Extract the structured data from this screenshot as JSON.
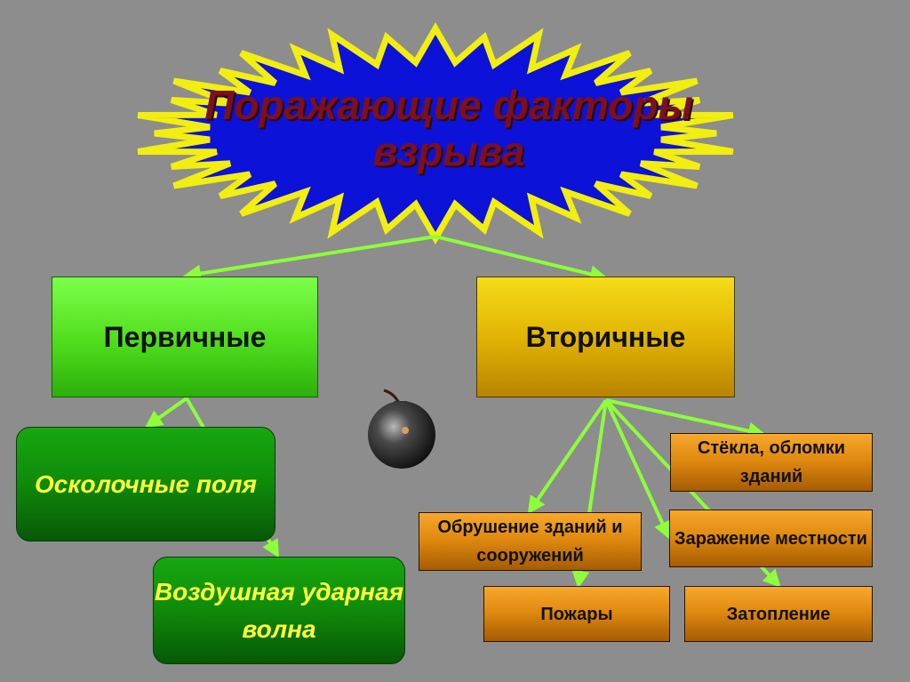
{
  "title": "Поражающие факторы взрыва",
  "primary": {
    "label": "Первичные",
    "items": [
      "Осколочные поля",
      "Воздушная ударная волна"
    ]
  },
  "secondary": {
    "label": "Вторичные",
    "items": [
      "Стёкла, обломки зданий",
      "Обрушение зданий и сооружений",
      "Заражение местности",
      "Пожары",
      "Затопление"
    ]
  },
  "colors": {
    "background": "#8d8d8d",
    "burst_fill": "#0c12d8",
    "burst_outline": "#f2ee10",
    "title_text": "#7a1020",
    "arrow": "#8cff3a",
    "primary_box": "#4fdc1c",
    "secondary_box": "#e2b405",
    "green_box": "#0f8a0a",
    "green_text": "#ffff40",
    "orange_box": "#e08a10"
  },
  "icons": {
    "bomb": "bomb-icon"
  }
}
